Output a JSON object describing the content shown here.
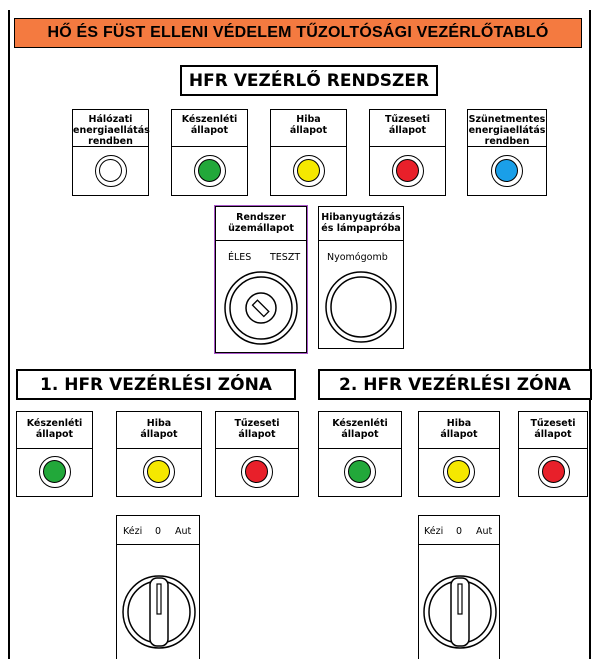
{
  "title": "HŐ ÉS FÜST ELLENI VÉDELEM TŰZOLTÓSÁGI VEZÉRLŐTABLÓ",
  "colors": {
    "title_bg": "#f47a40",
    "green": "#22a83a",
    "yellow": "#f5e800",
    "red": "#e8202a",
    "blue": "#1a9fe8",
    "white": "#ffffff",
    "selected_outline": "#a855c8"
  },
  "hfr": {
    "section_title": "HFR VEZÉRLŐ RENDSZER",
    "indicators": [
      {
        "label": "Hálózati\nenergiaellátás\nrendben",
        "color": "white",
        "icon": "white-indicator-lamp"
      },
      {
        "label": "Készenléti\nállapot",
        "color": "green",
        "icon": "green-indicator-lamp"
      },
      {
        "label": "Hiba\nállapot",
        "color": "yellow",
        "icon": "yellow-indicator-lamp"
      },
      {
        "label": "Tűzeseti\nállapot",
        "color": "red",
        "icon": "red-indicator-lamp"
      },
      {
        "label": "Szünetmentes\nenergiaellátás\nrendben",
        "color": "blue",
        "icon": "blue-indicator-lamp"
      }
    ],
    "key_switch": {
      "label": "Rendszer\nüzemállapot",
      "left_pos": "ÉLES",
      "right_pos": "TESZT"
    },
    "push_button": {
      "label": "Hibanyugtázás\nés lámpapróba",
      "caption": "Nyomógomb"
    }
  },
  "zones": [
    {
      "title": "1. HFR VEZÉRLÉSI ZÓNA",
      "indicators": [
        {
          "label": "Készenléti\nállapot",
          "color": "green"
        },
        {
          "label": "Hiba\nállapot",
          "color": "yellow"
        },
        {
          "label": "Tűzeseti\nállapot",
          "color": "red"
        }
      ],
      "selector": {
        "pos1": "Kézi",
        "pos2": "0",
        "pos3": "Aut"
      }
    },
    {
      "title": "2. HFR VEZÉRLÉSI ZÓNA",
      "indicators": [
        {
          "label": "Készenléti\nállapot",
          "color": "green"
        },
        {
          "label": "Hiba\nállapot",
          "color": "yellow"
        },
        {
          "label": "Tűzeseti\nállapot",
          "color": "red"
        }
      ],
      "selector": {
        "pos1": "Kézi",
        "pos2": "0",
        "pos3": "Aut"
      }
    }
  ]
}
